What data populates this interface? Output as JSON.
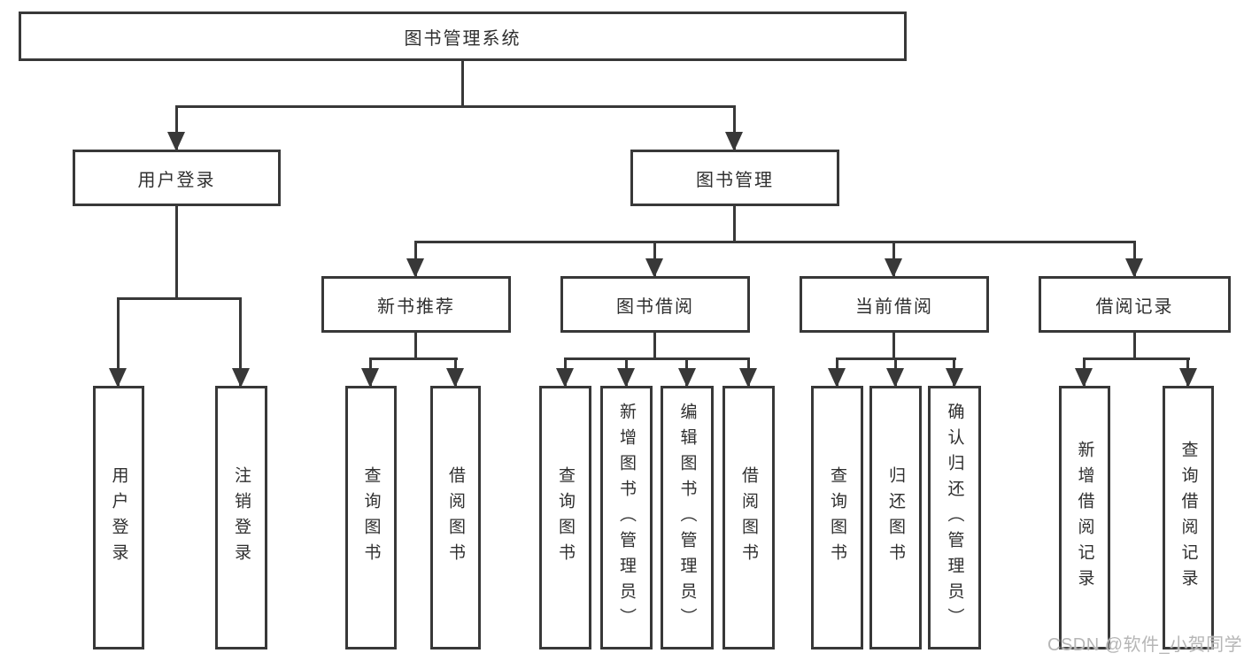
{
  "diagram_title": "图书管理系统",
  "nodes": {
    "root": "图书管理系统",
    "user_login": "用户登录",
    "book_mgmt": "图书管理",
    "new_book_rec": "新书推荐",
    "book_borrow": "图书借阅",
    "current_borrow": "当前借阅",
    "borrow_records": "借阅记录",
    "user_children": [
      "用户登录",
      "注销登录"
    ],
    "rec_children": [
      "查询图书",
      "借阅图书"
    ],
    "borrow_children": [
      "查询图书",
      "新增图书（管理员）",
      "编辑图书（管理员）",
      "借阅图书"
    ],
    "current_children": [
      "查询图书",
      "归还图书",
      "确认归还（管理员）"
    ],
    "records_children": [
      "新增借阅记录",
      "查询借阅记录"
    ]
  },
  "watermark": "CSDN @软件_小贺同学",
  "colors": {
    "line": "#383838",
    "text": "#2f2f2f",
    "watermark": "#b6b6b6",
    "background": "#ffffff"
  }
}
